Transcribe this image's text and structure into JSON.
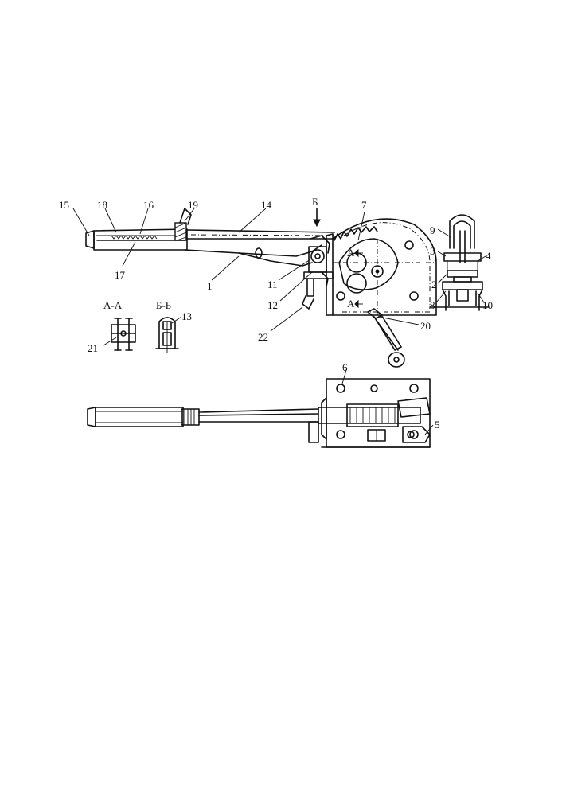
{
  "labels": {
    "l1": "1",
    "l2": "2",
    "l3": "3",
    "l4": "4",
    "l5": "5",
    "l6": "6",
    "l7": "7",
    "l8": "8",
    "l9": "9",
    "l10": "10",
    "l11": "11",
    "l12": "12",
    "l13": "13",
    "l14": "14",
    "l15": "15",
    "l16": "16",
    "l17": "17",
    "l18": "18",
    "l19": "19",
    "l20": "20",
    "l21": "21",
    "l22": "22"
  },
  "sections": {
    "aa": "А-А",
    "bb": "Б-Б",
    "arrow_b": "Б",
    "arrow_a": "А"
  }
}
